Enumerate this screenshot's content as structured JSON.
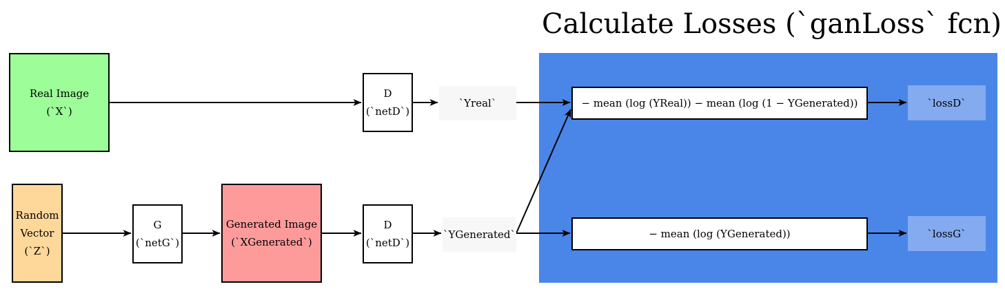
{
  "title": "Calculate Losses (`ganLoss` fcn)",
  "colors": {
    "panel": "#4a86e8",
    "real_image": "#9dfd98",
    "random_vector": "#fed79b",
    "generated_image": "#fd9b9b",
    "output_label_bg": "#f7f7f7",
    "loss_bg": "#84aaef",
    "box_fill": "#ffffff",
    "stroke": "#000000"
  },
  "nodes": {
    "real_image": {
      "lines": [
        "Real Image",
        "(`X`)"
      ]
    },
    "random_vector": {
      "lines": [
        "Random",
        "Vector",
        "(`Z`)"
      ]
    },
    "generator": {
      "lines": [
        "G",
        "(`netG`)"
      ]
    },
    "generated_image": {
      "lines": [
        "Generated Image",
        "(`XGenerated`)"
      ]
    },
    "discriminator_real": {
      "lines": [
        "D",
        "(`netD`)"
      ]
    },
    "discriminator_generated": {
      "lines": [
        "D",
        "(`netD`)"
      ]
    },
    "y_real": {
      "lines": [
        "`Yreal`"
      ]
    },
    "y_generated": {
      "lines": [
        "`YGenerated`"
      ]
    },
    "loss_d_formula": {
      "lines": [
        "− mean (log (YReal)) − mean (log (1 − YGenerated))"
      ]
    },
    "loss_g_formula": {
      "lines": [
        "− mean (log (YGenerated))"
      ]
    },
    "loss_d": {
      "lines": [
        "`lossD`"
      ]
    },
    "loss_g": {
      "lines": [
        "`lossG`"
      ]
    }
  }
}
